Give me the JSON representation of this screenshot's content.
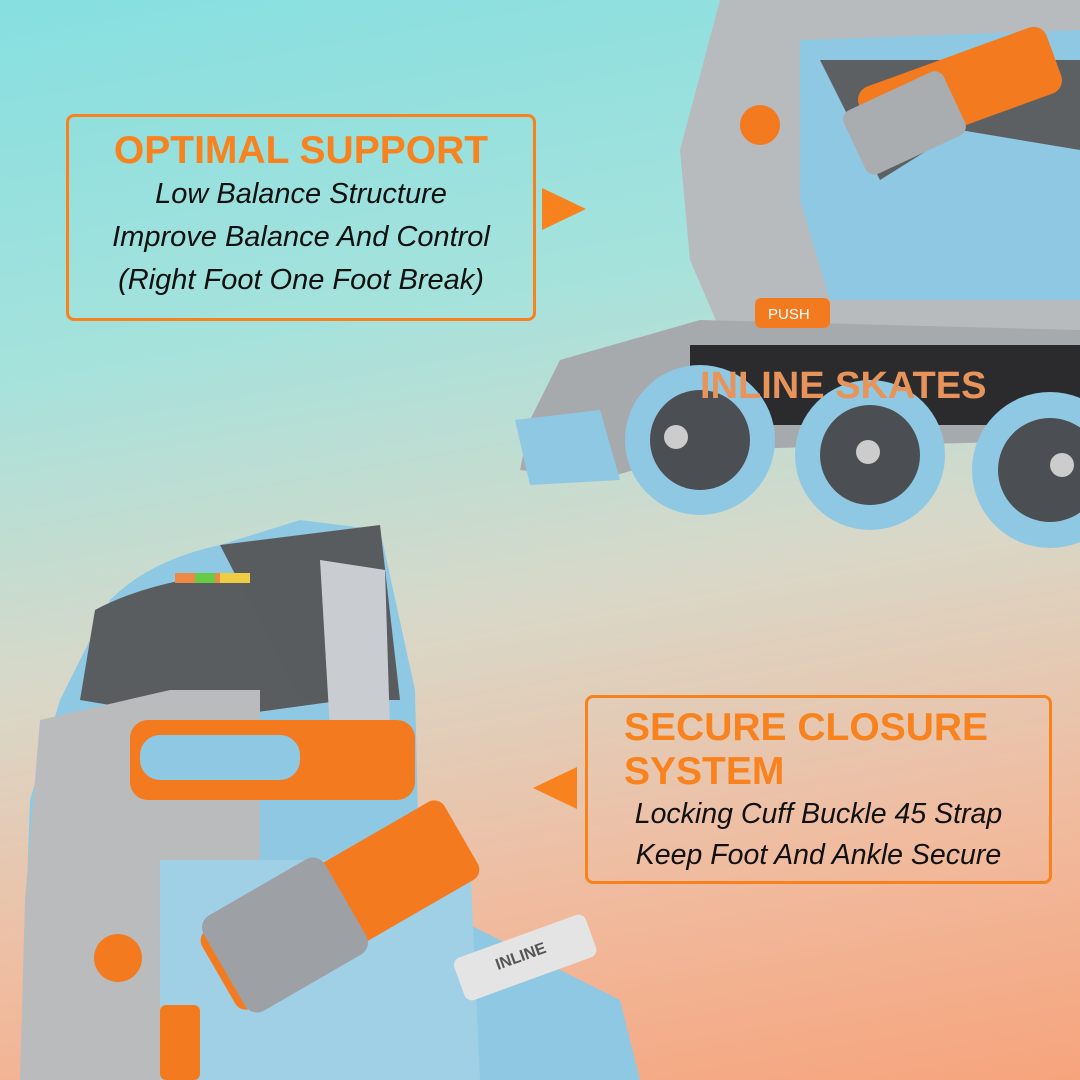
{
  "callouts": [
    {
      "title": "OPTIMAL SUPPORT",
      "lines": [
        "Low Balance Structure",
        "Improve Balance And Control",
        "(Right Foot One Foot Break)"
      ]
    },
    {
      "title_lines": [
        "SECURE CLOSURE",
        "SYSTEM"
      ],
      "lines": [
        "Locking Cuff Buckle 45 Strap",
        "Keep Foot And Ankle Secure"
      ]
    }
  ],
  "product": {
    "push_label": "PUSH",
    "frame_text": "INLINE SKATES",
    "strap_text": "INLINE"
  },
  "colors": {
    "accent": "#f7821e",
    "skate_blue": "#8fc8e3",
    "skate_grey": "#b9bbbd"
  }
}
